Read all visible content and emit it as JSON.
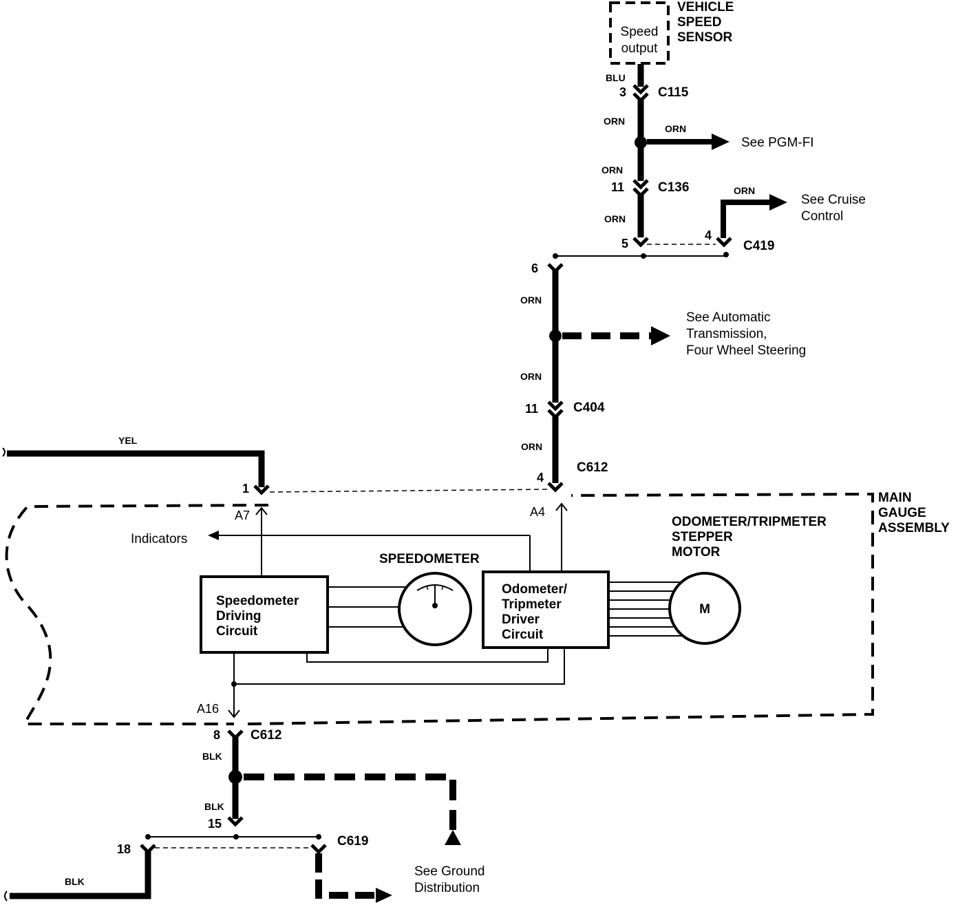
{
  "sensor": {
    "title_lines": [
      "VEHICLE",
      "SPEED",
      "SENSOR"
    ],
    "box_lines": [
      "Speed",
      "output"
    ]
  },
  "wires": {
    "blu": "BLU",
    "orn_1": "ORN",
    "orn_pgm": "ORN",
    "orn_2": "ORN",
    "orn_3": "ORN",
    "orn_cruise": "ORN",
    "orn_4": "ORN",
    "orn_5": "ORN",
    "orn_6": "ORN",
    "yel": "YEL",
    "blk_1": "BLK",
    "blk_2": "BLK",
    "blk_3": "BLK"
  },
  "connectors": {
    "c115": {
      "name": "C115",
      "pin": "3"
    },
    "c136": {
      "name": "C136",
      "pin": "11"
    },
    "c419": {
      "name": "C419",
      "pin_a": "5",
      "pin_b": "4"
    },
    "c404_top": {
      "pin": "6"
    },
    "c404": {
      "name": "C404",
      "pin": "11"
    },
    "c612_top": {
      "name": "C612",
      "pin_a": "4",
      "pin_b": "1"
    },
    "c612_bottom": {
      "name": "C612",
      "pin": "8"
    },
    "c619": {
      "name": "C619",
      "pin_a": "15",
      "pin_b": "18"
    }
  },
  "notes": {
    "pgm": "See PGM-FI",
    "cruise": [
      "See Cruise",
      "Control"
    ],
    "auto": [
      "See Automatic",
      "Transmission,",
      "Four Wheel Steering"
    ],
    "ground": [
      "See Ground",
      "Distribution"
    ],
    "indicators": "Indicators"
  },
  "gauge": {
    "title_lines": [
      "MAIN",
      "GAUGE",
      "ASSEMBLY"
    ],
    "pin_a7": "A7",
    "pin_a4": "A4",
    "pin_a16": "A16",
    "speedometer_label": "SPEEDOMETER",
    "stepper_lines": [
      "ODOMETER/TRIPMETER",
      "STEPPER",
      "MOTOR"
    ],
    "driving_circuit": [
      "Speedometer",
      "Driving",
      "Circuit"
    ],
    "driver_circuit": [
      "Odometer/",
      "Tripmeter",
      "Driver",
      "Circuit"
    ],
    "motor": "M"
  }
}
